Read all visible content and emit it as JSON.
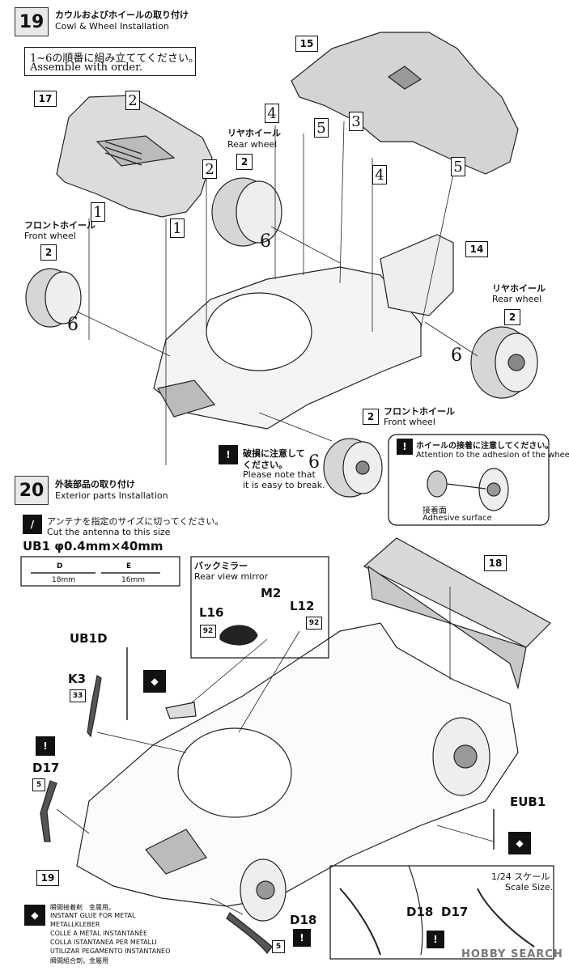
{
  "step19": {
    "number": "19",
    "title_jp": "カウルおよびホイールの取り付け",
    "title_en": "Cowl & Wheel Installation",
    "order_note_jp": "1~6の順番に組み立ててください。",
    "order_note_en": "Assemble with order.",
    "part_17": "17",
    "part_15": "15",
    "part_14": "14",
    "part_2": "2",
    "seq_1": "1",
    "seq_2": "2",
    "seq_3": "3",
    "seq_4": "4",
    "seq_5": "5",
    "seq_6": "6",
    "rear_wheel_jp": "リヤホイール",
    "rear_wheel_en": "Rear wheel",
    "front_wheel_jp": "フロントホイール",
    "front_wheel_en": "Front wheel",
    "caution_jp_1": "破損に注意して",
    "caution_jp_2": "ください。",
    "caution_en_1": "Please note that",
    "caution_en_2": "it is easy to break.",
    "adhesion_jp": "ホイールの接着に注意してください。",
    "adhesion_en": "Attention to the adhesion of the wheel.",
    "adhesive_jp": "接着面",
    "adhesive_en": "Adhesive surface"
  },
  "step20": {
    "number": "20",
    "title_jp": "外装部品の取り付け",
    "title_en": "Exterior parts Installation",
    "cut_jp": "アンテナを指定のサイズに切ってください。",
    "cut_en": "Cut the antenna to this size",
    "ub1_spec": "UB1 φ0.4mm×40mm",
    "d_label": "D",
    "d_len": "18mm",
    "e_label": "E",
    "e_len": "16mm",
    "mirror_jp": "バックミラー",
    "mirror_en": "Rear view mirror",
    "m2": "M2",
    "l16": "L16",
    "l12": "L12",
    "paint_92": "92",
    "paint_33": "33",
    "paint_5": "5",
    "k3": "K3",
    "d17": "D17",
    "d18": "D18",
    "part_18": "18",
    "part_19": "19",
    "ub1": "UB1",
    "glue_jp_1": "瞬間接着剤　金属用。",
    "glue_en_1": "INSTANT GLUE FOR METAL",
    "glue_de": "METALLKLEBER",
    "glue_fr": "COLLE A MÉTAL INSTANTANÉE",
    "glue_it": "COLLA ISTANTANEA PER METALLI",
    "glue_es": "UTILIZAR PEGAMENTO INSTANTANEO",
    "glue_cn": "瞬間組合劑，金屬用",
    "scale_jp": "1/24 スケール",
    "scale_en": "Scale Size.",
    "watermark": "HOBBY SEARCH"
  }
}
